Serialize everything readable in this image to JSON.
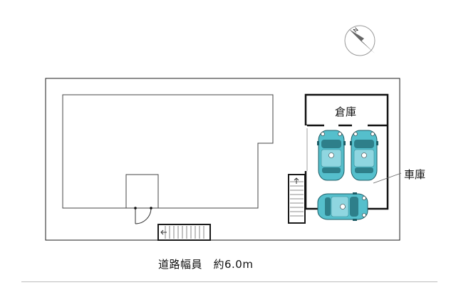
{
  "labels": {
    "storage": "倉庫",
    "garage": "車庫",
    "road_width": "道路幅員　約6.0m"
  },
  "compass": {
    "letter": "N",
    "icon": "north-arrow-icon"
  },
  "colors": {
    "line": "#1a1a1a",
    "thin_line": "#555555",
    "car_body": "#55bfcc",
    "car_roof": "#8fd6e0",
    "car_glass": "#2e7f8a",
    "footer_rule": "#bdbdbd"
  },
  "icons": [
    "north-arrow-icon",
    "car-icon",
    "stairs-icon",
    "door-swing-icon"
  ]
}
